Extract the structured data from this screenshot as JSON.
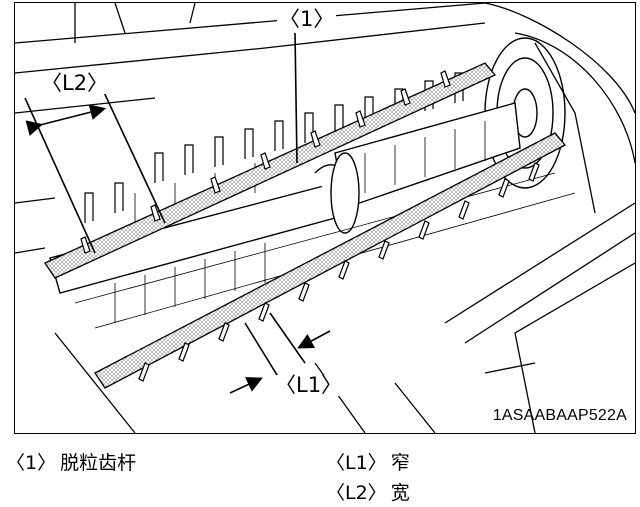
{
  "figure": {
    "callouts": {
      "part1": "〈1〉",
      "length1": "〈L1〉",
      "length2": "〈L2〉"
    },
    "code": "1ASAABAAP522A"
  },
  "legend": [
    {
      "key": "〈1〉",
      "text": "脱粒齿杆"
    },
    {
      "key": "〈L1〉",
      "text": "窄"
    },
    {
      "key": "〈L2〉",
      "text": "宽"
    }
  ]
}
